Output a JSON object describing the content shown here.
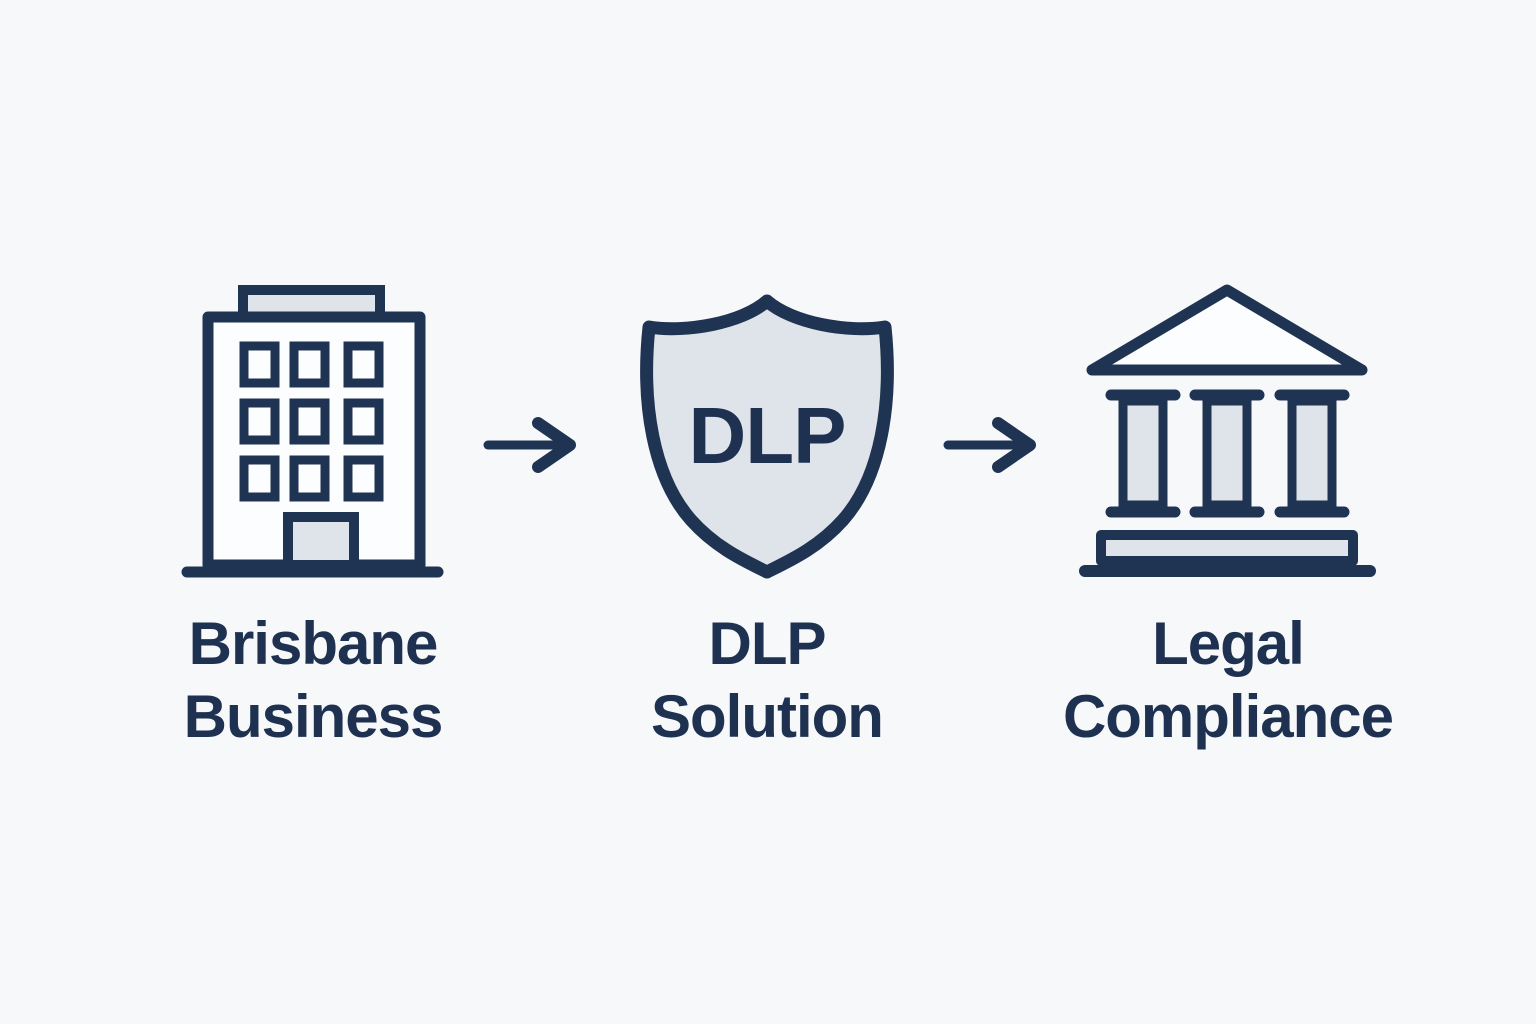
{
  "diagram": {
    "background_color": "#f7f8f9",
    "outline_color": "#1f3352",
    "light_fill_color": "#dfe4ea",
    "nodes": [
      {
        "name": "brisbane-business",
        "icon": "building-icon",
        "label": [
          "Brisbane",
          "Business"
        ]
      },
      {
        "name": "dlp-solution",
        "icon": "shield-icon",
        "badge_text": "DLP",
        "label": [
          "DLP",
          "Solution"
        ]
      },
      {
        "name": "legal-compliance",
        "icon": "bank-icon",
        "label": [
          "Legal",
          "Compliance"
        ]
      }
    ],
    "connectors": [
      {
        "type": "arrow-right"
      },
      {
        "type": "arrow-right"
      }
    ]
  }
}
